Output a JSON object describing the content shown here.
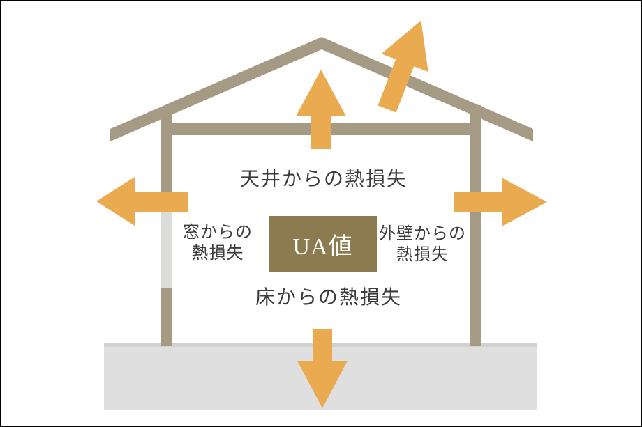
{
  "labels": {
    "ceiling": "天井からの熱損失",
    "window_line1": "窓からの",
    "window_line2": "熱損失",
    "ua_value": "UA値",
    "wall_line1": "外壁からの",
    "wall_line2": "熱損失",
    "floor": "床からの熱損失"
  },
  "icons": {
    "up_arrow": "heat escaping through ceiling",
    "diagonal_arrow": "heat escaping through roof",
    "left_arrow": "heat escaping through window",
    "right_arrow": "heat escaping through outer wall",
    "down_arrow": "heat escaping through floor"
  },
  "colors": {
    "background": "#FFFFFF",
    "structure": "#A59A84",
    "arrow": "#EAAA4F",
    "ua_box_bg": "#8B7B4F",
    "ua_box_text": "#FFFFFF",
    "window_pane": "#DCDCDA",
    "foundation": "#DFDFDF",
    "foundation_edge": "#D1D1D1",
    "text": "#3B3B3B"
  }
}
